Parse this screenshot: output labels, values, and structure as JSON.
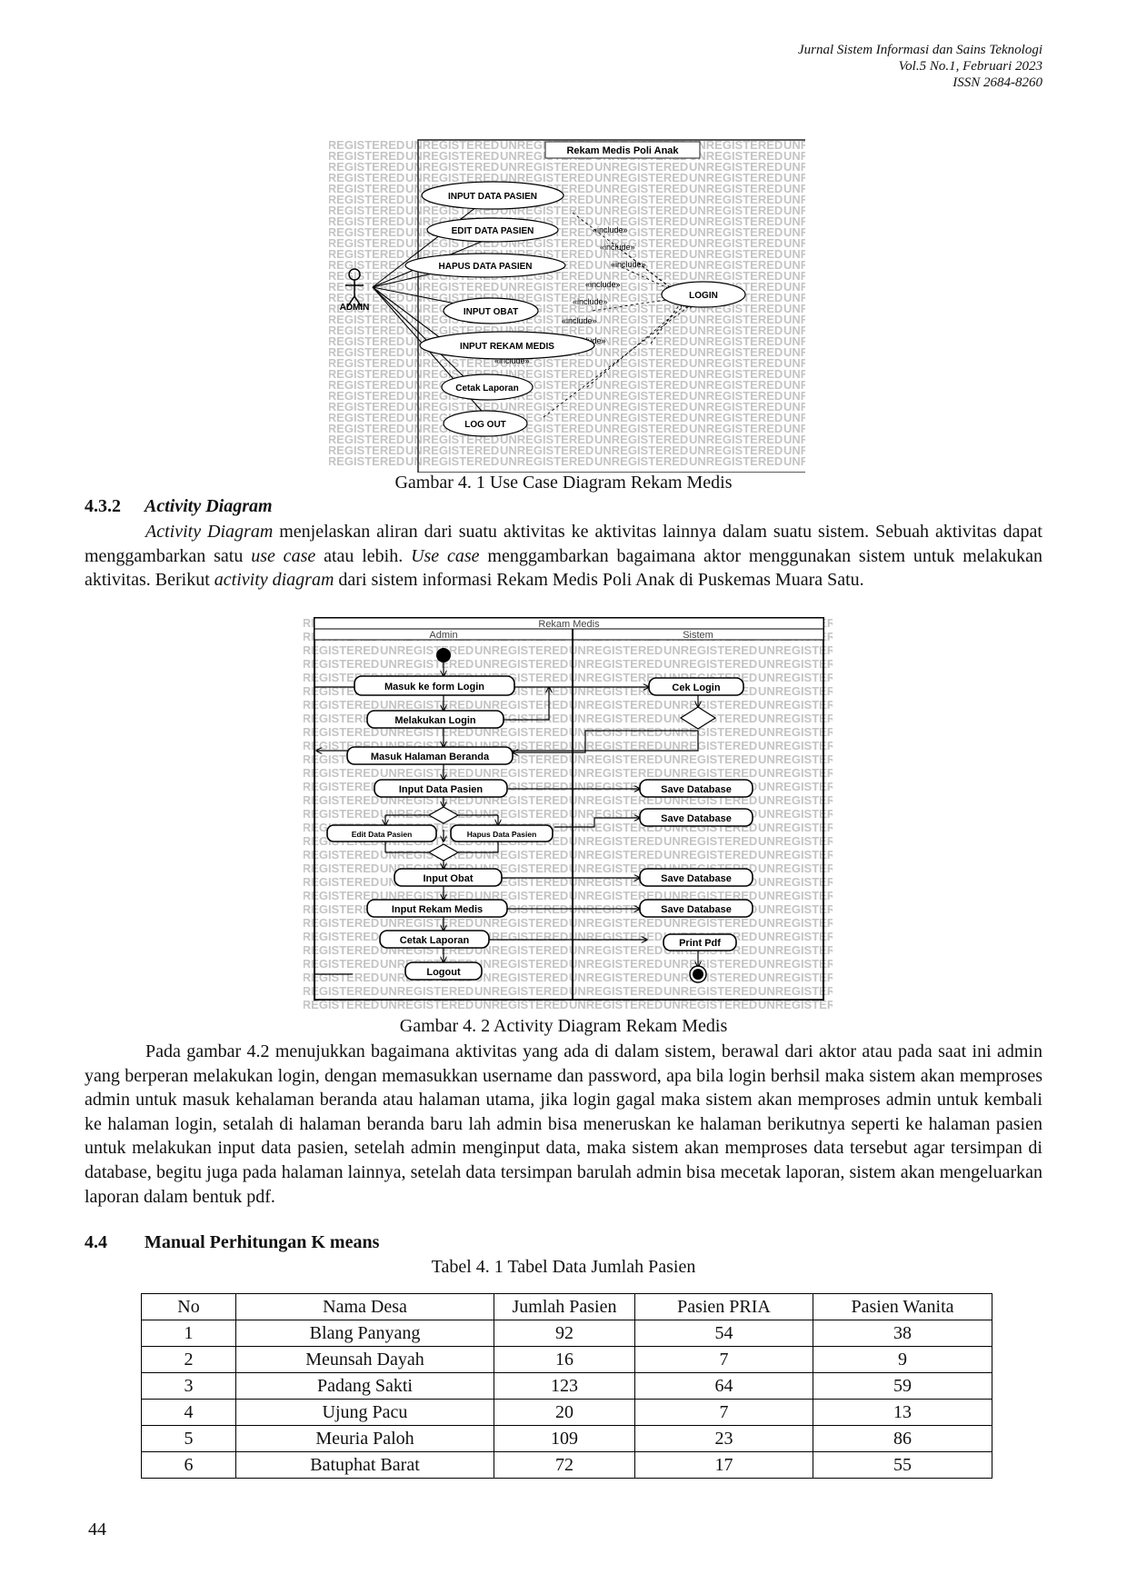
{
  "header": {
    "journal": "Jurnal Sistem Informasi dan Sains Teknologi",
    "volume": "Vol.5 No.1, Februari 2023",
    "issn": "ISSN 2684-8260"
  },
  "figure1": {
    "watermark": "UNREGISTERED",
    "boundary_title": "Rekam Medis Poli Anak",
    "actor": "ADMIN",
    "use_cases": [
      "INPUT DATA PASIEN",
      "EDIT DATA PASIEN",
      "HAPUS DATA PASIEN",
      "INPUT OBAT",
      "INPUT REKAM MEDIS",
      "Cetak Laporan",
      "LOG OUT"
    ],
    "login": "LOGIN",
    "include": "«include»",
    "caption": "Gambar 4. 1 Use Case Diagram Rekam Medis"
  },
  "section432": {
    "number": "4.3.2",
    "title": "Activity Diagram",
    "p_italic1": "Activity Diagram",
    "p_text1": " menjelaskan aliran dari suatu aktivitas ke aktivitas lainnya dalam suatu sistem. Sebuah aktivitas dapat menggambarkan satu ",
    "p_italic2": "use case",
    "p_text2": " atau lebih. ",
    "p_italic3": "Use case",
    "p_text3": " menggambarkan bagaimana aktor menggunakan sistem untuk melakukan aktivitas. Berikut ",
    "p_italic4": "activity diagram",
    "p_text4": " dari sistem informasi Rekam Medis Poli Anak di Puskemas Muara Satu."
  },
  "figure2": {
    "title": "Rekam Medis",
    "lane_admin": "Admin",
    "lane_sistem": "Sistem",
    "admin_actions": [
      "Masuk ke form Login",
      "Melakukan Login",
      "Masuk Halaman Beranda",
      "Input Data Pasien",
      "Edit Data Pasien",
      "Hapus Data Pasien",
      "Input Obat",
      "Input Rekam Medis",
      "Cetak Laporan",
      "Logout"
    ],
    "sistem_actions": [
      "Cek Login",
      "Save Database",
      "Save Database",
      "Save Database",
      "Save Database",
      "Print Pdf"
    ],
    "caption": "Gambar 4. 2 Activity Diagram Rekam Medis"
  },
  "paragraph2": "Pada gambar 4.2 menujukkan bagaimana aktivitas yang ada di dalam sistem, berawal dari aktor atau pada saat ini admin yang berperan melakukan login, dengan memasukkan username dan password, apa bila login berhsil maka sistem akan memproses admin untuk  masuk kehalaman beranda atau halaman utama, jika login gagal maka sistem akan memproses admin untuk kembali  ke halaman login, setalah di halaman beranda baru lah admin bisa meneruskan ke halaman berikutnya seperti ke halaman pasien untuk melakukan input data pasien, setelah admin menginput data, maka sistem akan memproses data tersebut agar tersimpan di database, begitu juga pada halaman lainnya, setelah data tersimpan barulah admin bisa mecetak laporan, sistem akan mengeluarkan laporan dalam bentuk pdf.",
  "section44": {
    "number": "4.4",
    "title": "Manual Perhitungan K means"
  },
  "table": {
    "caption": "Tabel 4. 1 Tabel Data Jumlah Pasien",
    "headers": [
      "No",
      "Nama Desa",
      "Jumlah Pasien",
      "Pasien PRIA",
      "Pasien Wanita"
    ],
    "rows": [
      [
        "1",
        "Blang Panyang",
        "92",
        "54",
        "38"
      ],
      [
        "2",
        "Meunsah Dayah",
        "16",
        "7",
        "9"
      ],
      [
        "3",
        "Padang Sakti",
        "123",
        "64",
        "59"
      ],
      [
        "4",
        "Ujung Pacu",
        "20",
        "7",
        "13"
      ],
      [
        "5",
        "Meuria Paloh",
        "109",
        "23",
        "86"
      ],
      [
        "6",
        "Batuphat Barat",
        "72",
        "17",
        "55"
      ]
    ]
  },
  "page_number": "44"
}
